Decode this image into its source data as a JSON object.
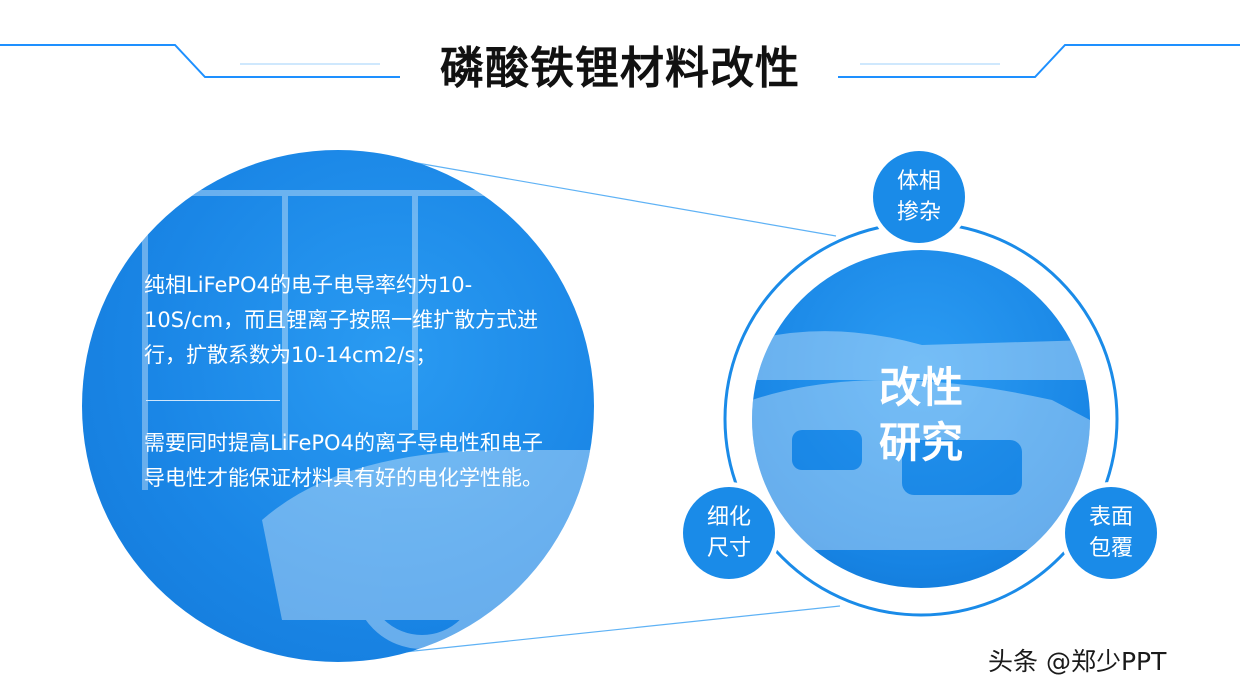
{
  "title": "磷酸铁锂材料改性",
  "left_panel": {
    "paragraph1": "纯相LiFePO4的电子电导率约为10-10S/cm，而且锂离子按照一维扩散方式进行，扩散系数为10-14cm2/s；",
    "paragraph2": "需要同时提高LiFePO4的离子导电性和电子导电性才能保证材料具有好的电化学性能。"
  },
  "diagram": {
    "center_line1": "改性",
    "center_line2": "研究",
    "nodes": [
      {
        "line1": "体相",
        "line2": "掺杂"
      },
      {
        "line1": "细化",
        "line2": "尺寸"
      },
      {
        "line1": "表面",
        "line2": "包覆"
      }
    ]
  },
  "watermark": "头条 @郑少PPT",
  "colors": {
    "primary_blue": "#1a8be8",
    "title_text": "#111111",
    "accent_line": "#1e90ff"
  }
}
